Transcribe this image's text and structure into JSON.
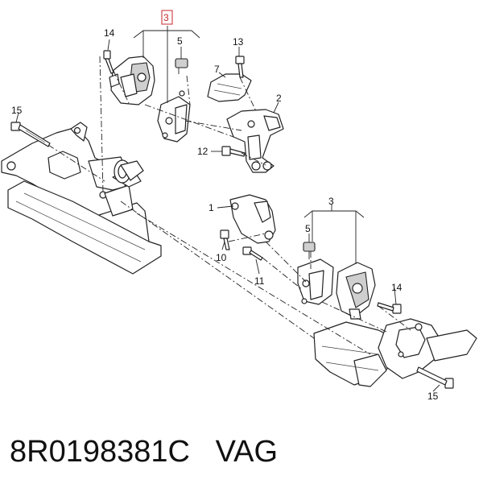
{
  "callouts": {
    "c3_top": "3",
    "c14_top": "14",
    "c5_top": "5",
    "c13": "13",
    "c7": "7",
    "c2": "2",
    "c15_left": "15",
    "c12": "12",
    "c1": "1",
    "c3_mid": "3",
    "c5_mid": "5",
    "c10": "10",
    "c11": "11",
    "c14_mid": "14",
    "c15_right": "15"
  },
  "caption": {
    "part_number": "8R0198381C",
    "brand": "VAG"
  },
  "colors": {
    "highlight": "#c9262b",
    "line": "#222222"
  }
}
